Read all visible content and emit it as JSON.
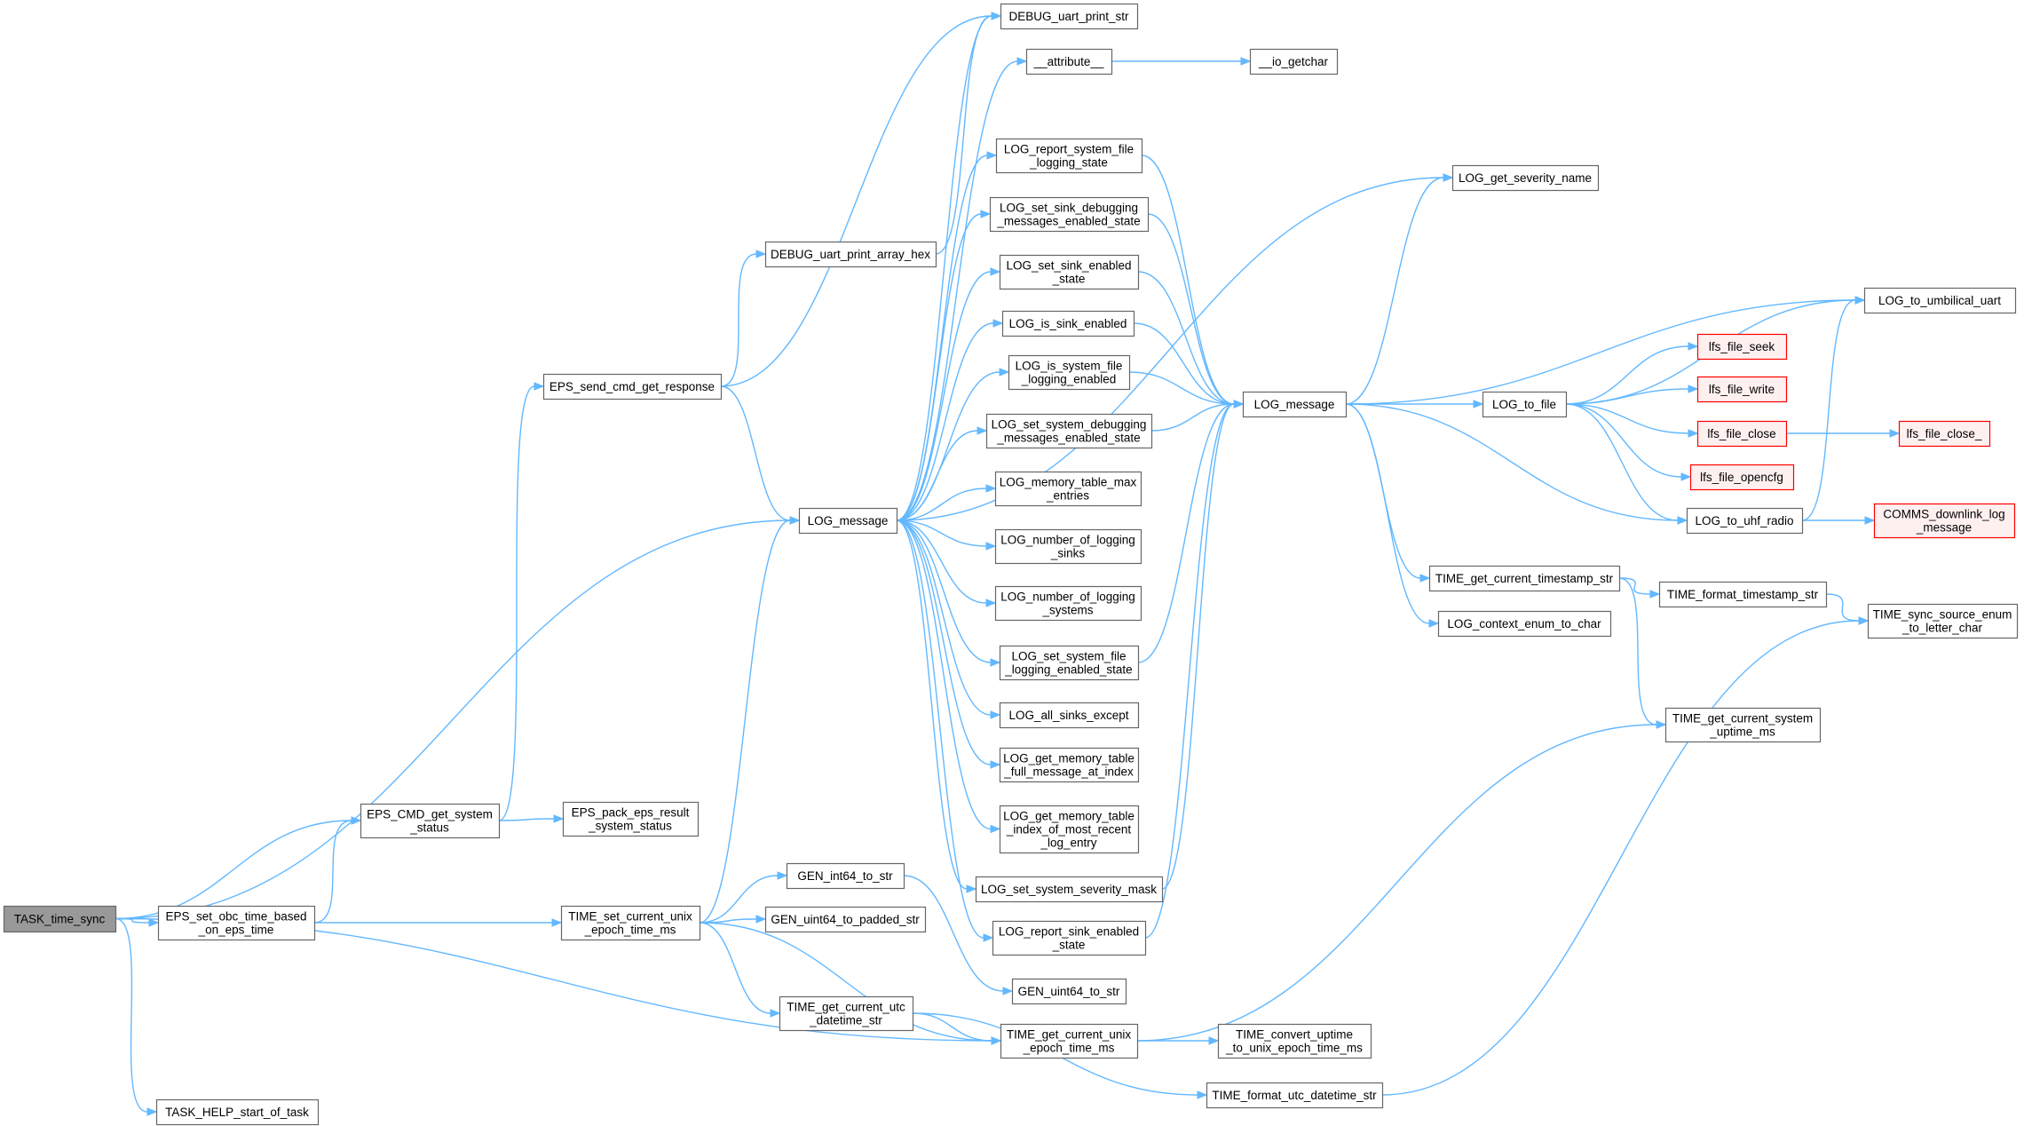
{
  "colors": {
    "edge": "#63b8ff",
    "node_border": "#666666",
    "node_fill": "#ffffff",
    "root_fill": "#999999",
    "root_border": "#666666",
    "external_border": "#ff0000",
    "external_fill": "#fff0f0"
  },
  "nodes": {
    "task_time_sync": {
      "lines": [
        "TASK_time_sync"
      ],
      "kind": "root"
    },
    "eps_cmd_get_system_status": {
      "lines": [
        "EPS_CMD_get_system",
        "_status"
      ]
    },
    "eps_set_obc_time": {
      "lines": [
        "EPS_set_obc_time_based",
        "_on_eps_time"
      ]
    },
    "task_help_start": {
      "lines": [
        "TASK_HELP_start_of_task"
      ]
    },
    "eps_send_cmd": {
      "lines": [
        "EPS_send_cmd_get_response"
      ]
    },
    "eps_pack": {
      "lines": [
        "EPS_pack_eps_result",
        "_system_status"
      ]
    },
    "time_set_unix": {
      "lines": [
        "TIME_set_current_unix",
        "_epoch_time_ms"
      ]
    },
    "debug_print_hex": {
      "lines": [
        "DEBUG_uart_print_array_hex"
      ]
    },
    "log_message_a": {
      "lines": [
        "LOG_message"
      ]
    },
    "gen_int64": {
      "lines": [
        "GEN_int64_to_str"
      ]
    },
    "gen_uint64_padded": {
      "lines": [
        "GEN_uint64_to_padded_str"
      ]
    },
    "time_utc_datetime": {
      "lines": [
        "TIME_get_current_utc",
        "_datetime_str"
      ]
    },
    "debug_print_str": {
      "lines": [
        "DEBUG_uart_print_str"
      ]
    },
    "attribute": {
      "lines": [
        "__attribute__"
      ]
    },
    "log_report_sys_file": {
      "lines": [
        "LOG_report_system_file",
        "_logging_state"
      ]
    },
    "log_set_sink_debug": {
      "lines": [
        "LOG_set_sink_debugging",
        "_messages_enabled_state"
      ]
    },
    "log_set_sink_enabled": {
      "lines": [
        "LOG_set_sink_enabled",
        "_state"
      ]
    },
    "log_is_sink_enabled": {
      "lines": [
        "LOG_is_sink_enabled"
      ]
    },
    "log_is_sys_file": {
      "lines": [
        "LOG_is_system_file",
        "_logging_enabled"
      ]
    },
    "log_set_sys_debug": {
      "lines": [
        "LOG_set_system_debugging",
        "_messages_enabled_state"
      ]
    },
    "log_mem_max": {
      "lines": [
        "LOG_memory_table_max",
        "_entries"
      ]
    },
    "log_num_sinks": {
      "lines": [
        "LOG_number_of_logging",
        "_sinks"
      ]
    },
    "log_num_systems": {
      "lines": [
        "LOG_number_of_logging",
        "_systems"
      ]
    },
    "log_set_sys_file": {
      "lines": [
        "LOG_set_system_file",
        "_logging_enabled_state"
      ]
    },
    "log_all_sinks_except": {
      "lines": [
        "LOG_all_sinks_except"
      ]
    },
    "log_get_mem_full": {
      "lines": [
        "LOG_get_memory_table",
        "_full_message_at_index"
      ]
    },
    "log_get_mem_recent": {
      "lines": [
        "LOG_get_memory_table",
        "_index_of_most_recent",
        "_log_entry"
      ]
    },
    "log_set_sys_sev": {
      "lines": [
        "LOG_set_system_severity_mask"
      ]
    },
    "log_report_sink": {
      "lines": [
        "LOG_report_sink_enabled",
        "_state"
      ]
    },
    "gen_uint64": {
      "lines": [
        "GEN_uint64_to_str"
      ]
    },
    "time_get_unix": {
      "lines": [
        "TIME_get_current_unix",
        "_epoch_time_ms"
      ]
    },
    "time_format_utc": {
      "lines": [
        "TIME_format_utc_datetime_str"
      ]
    },
    "io_getchar": {
      "lines": [
        "__io_getchar"
      ]
    },
    "log_get_severity": {
      "lines": [
        "LOG_get_severity_name"
      ]
    },
    "log_message_b": {
      "lines": [
        "LOG_message"
      ]
    },
    "time_convert_uptime": {
      "lines": [
        "TIME_convert_uptime",
        "_to_unix_epoch_time_ms"
      ]
    },
    "log_to_file": {
      "lines": [
        "LOG_to_file"
      ]
    },
    "time_get_timestamp": {
      "lines": [
        "TIME_get_current_timestamp_str"
      ]
    },
    "log_context_enum": {
      "lines": [
        "LOG_context_enum_to_char"
      ]
    },
    "time_get_uptime": {
      "lines": [
        "TIME_get_current_system",
        "_uptime_ms"
      ]
    },
    "lfs_file_seek": {
      "lines": [
        "lfs_file_seek"
      ],
      "kind": "external"
    },
    "lfs_file_write": {
      "lines": [
        "lfs_file_write"
      ],
      "kind": "external"
    },
    "lfs_file_close": {
      "lines": [
        "lfs_file_close"
      ],
      "kind": "external"
    },
    "lfs_file_opencfg": {
      "lines": [
        "lfs_file_opencfg"
      ],
      "kind": "external"
    },
    "log_to_uhf": {
      "lines": [
        "LOG_to_uhf_radio"
      ]
    },
    "time_format_timestamp": {
      "lines": [
        "TIME_format_timestamp_str"
      ]
    },
    "log_to_umbilical": {
      "lines": [
        "LOG_to_umbilical_uart"
      ]
    },
    "lfs_file_close_": {
      "lines": [
        "lfs_file_close_"
      ],
      "kind": "external"
    },
    "comms_downlink": {
      "lines": [
        "COMMS_downlink_log",
        "_message"
      ],
      "kind": "external"
    },
    "time_sync_source": {
      "lines": [
        "TIME_sync_source_enum",
        "_to_letter_char"
      ]
    }
  },
  "edges": [
    [
      "task_time_sync",
      "eps_cmd_get_system_status"
    ],
    [
      "task_time_sync",
      "eps_set_obc_time"
    ],
    [
      "task_time_sync",
      "task_help_start"
    ],
    [
      "task_time_sync",
      "log_message_a"
    ],
    [
      "task_time_sync",
      "time_get_unix"
    ],
    [
      "eps_cmd_get_system_status",
      "eps_send_cmd"
    ],
    [
      "eps_cmd_get_system_status",
      "eps_pack"
    ],
    [
      "eps_set_obc_time",
      "eps_cmd_get_system_status"
    ],
    [
      "eps_set_obc_time",
      "time_set_unix"
    ],
    [
      "eps_send_cmd",
      "debug_print_hex"
    ],
    [
      "eps_send_cmd",
      "debug_print_str"
    ],
    [
      "eps_send_cmd",
      "log_message_a"
    ],
    [
      "debug_print_hex",
      "debug_print_str"
    ],
    [
      "time_set_unix",
      "log_message_a"
    ],
    [
      "time_set_unix",
      "gen_int64"
    ],
    [
      "time_set_unix",
      "gen_uint64_padded"
    ],
    [
      "time_set_unix",
      "time_utc_datetime"
    ],
    [
      "time_set_unix",
      "time_get_unix"
    ],
    [
      "gen_int64",
      "gen_uint64"
    ],
    [
      "time_utc_datetime",
      "time_get_unix"
    ],
    [
      "time_utc_datetime",
      "time_format_utc"
    ],
    [
      "log_message_a",
      "debug_print_str"
    ],
    [
      "log_message_a",
      "attribute"
    ],
    [
      "log_message_a",
      "log_get_severity"
    ],
    [
      "log_message_a",
      "log_report_sys_file"
    ],
    [
      "log_message_a",
      "log_set_sink_debug"
    ],
    [
      "log_message_a",
      "log_set_sink_enabled"
    ],
    [
      "log_message_a",
      "log_is_sink_enabled"
    ],
    [
      "log_message_a",
      "log_is_sys_file"
    ],
    [
      "log_message_a",
      "log_set_sys_debug"
    ],
    [
      "log_message_a",
      "log_mem_max"
    ],
    [
      "log_message_a",
      "log_num_sinks"
    ],
    [
      "log_message_a",
      "log_num_systems"
    ],
    [
      "log_message_a",
      "log_set_sys_file"
    ],
    [
      "log_message_a",
      "log_all_sinks_except"
    ],
    [
      "log_message_a",
      "log_get_mem_full"
    ],
    [
      "log_message_a",
      "log_get_mem_recent"
    ],
    [
      "log_message_a",
      "log_set_sys_sev"
    ],
    [
      "log_message_a",
      "log_report_sink"
    ],
    [
      "attribute",
      "io_getchar"
    ],
    [
      "log_report_sys_file",
      "log_message_b"
    ],
    [
      "log_set_sink_debug",
      "log_message_b"
    ],
    [
      "log_set_sink_enabled",
      "log_message_b"
    ],
    [
      "log_is_sink_enabled",
      "log_message_b"
    ],
    [
      "log_is_sys_file",
      "log_message_b"
    ],
    [
      "log_set_sys_debug",
      "log_message_b"
    ],
    [
      "log_set_sys_file",
      "log_message_b"
    ],
    [
      "log_set_sys_sev",
      "log_message_b"
    ],
    [
      "log_report_sink",
      "log_message_b"
    ],
    [
      "log_message_b",
      "log_get_severity"
    ],
    [
      "log_message_b",
      "log_to_umbilical"
    ],
    [
      "log_message_b",
      "log_to_file"
    ],
    [
      "log_message_b",
      "log_to_uhf"
    ],
    [
      "log_message_b",
      "time_get_timestamp"
    ],
    [
      "log_message_b",
      "log_context_enum"
    ],
    [
      "log_to_file",
      "log_to_umbilical"
    ],
    [
      "log_to_file",
      "lfs_file_seek"
    ],
    [
      "log_to_file",
      "lfs_file_write"
    ],
    [
      "log_to_file",
      "lfs_file_close"
    ],
    [
      "log_to_file",
      "lfs_file_opencfg"
    ],
    [
      "log_to_file",
      "log_to_uhf"
    ],
    [
      "lfs_file_close",
      "lfs_file_close_"
    ],
    [
      "log_to_uhf",
      "log_to_umbilical"
    ],
    [
      "log_to_uhf",
      "comms_downlink"
    ],
    [
      "time_get_timestamp",
      "time_format_timestamp"
    ],
    [
      "time_get_timestamp",
      "time_get_uptime"
    ],
    [
      "time_format_timestamp",
      "time_sync_source"
    ],
    [
      "time_get_unix",
      "time_get_uptime"
    ],
    [
      "time_get_unix",
      "time_convert_uptime"
    ],
    [
      "time_format_utc",
      "time_sync_source"
    ]
  ]
}
